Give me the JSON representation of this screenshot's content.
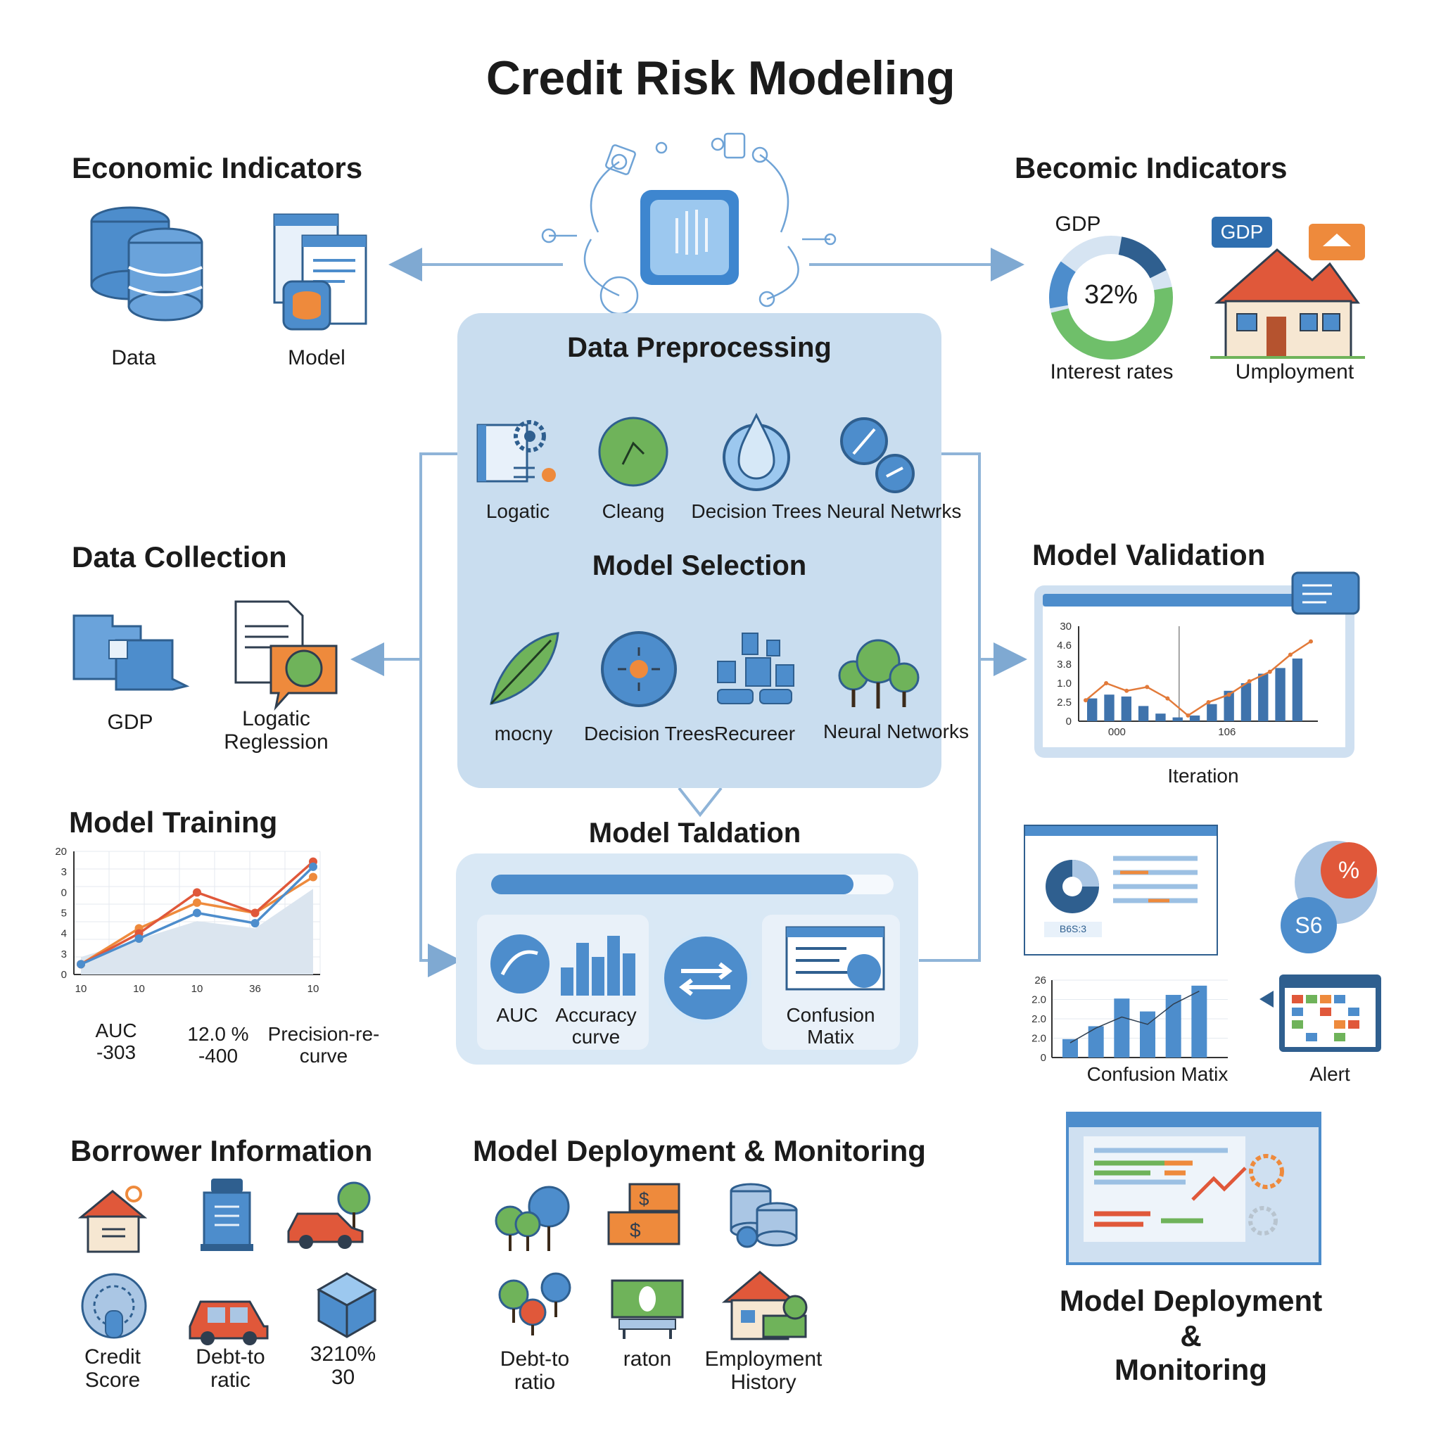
{
  "title": "Credit Risk Modeling",
  "colors": {
    "blue": "#4d8dcc",
    "dark_blue": "#2f5f8f",
    "orange": "#ee8a3c",
    "red": "#e0583a",
    "green": "#6fb35a",
    "panel": "#c9ddef"
  },
  "economic_left": {
    "heading": "Economic Indicators",
    "items": [
      {
        "label": "Data",
        "icon": "database-icon"
      },
      {
        "label": "Model",
        "icon": "document-stack-icon"
      }
    ]
  },
  "economic_right": {
    "heading": "Becomic Indicators",
    "gauge": {
      "label": "GDP",
      "value_text": "32%",
      "value": 32,
      "caption": "Interest rates"
    },
    "house": {
      "badge": "GDP",
      "caption": "Umployment"
    }
  },
  "center": {
    "preprocessing": {
      "heading": "Data Preprocessing",
      "items": [
        "Logatic",
        "Cleang",
        "Decision Trees",
        "Neural Netwrks"
      ]
    },
    "selection": {
      "heading": "Model Selection",
      "items": [
        "mocny",
        "Decision Trees",
        "Recureer",
        "Neural Networks"
      ]
    },
    "validation": {
      "heading": "Model Taldation",
      "progress": 0.9,
      "items": [
        "AUC",
        "Accuracy curve",
        "Confusion Matix"
      ]
    }
  },
  "data_collection": {
    "heading": "Data Collection",
    "items": [
      "GDP",
      "Logatic Reglession"
    ]
  },
  "model_training": {
    "heading": "Model Training",
    "metrics": [
      "AUC -303",
      "12.0 % -400",
      "Precision-re- curve"
    ]
  },
  "model_validation": {
    "heading": "Model Validation",
    "caption": "Iteration"
  },
  "right_dashboards": {
    "confusion_caption": "Confusion Matix",
    "alert_caption": "Alert",
    "badge_a": "%",
    "badge_b": "S6",
    "tag": "B6S:3"
  },
  "borrower": {
    "heading": "Borrower Information",
    "items": [
      "Credit Score",
      "Debt-to ratic",
      "3210% 30"
    ]
  },
  "deployment": {
    "heading": "Model Deployment & Monitoring",
    "items": [
      "Debt-to ratio",
      "raton",
      "Employment History"
    ]
  },
  "deployment_right": {
    "line1": "Model Deployment",
    "line2": "&",
    "line3": "Monitoring"
  },
  "chart_data": [
    {
      "type": "line",
      "title": "",
      "x": [
        "10",
        "10",
        "10",
        "36",
        "10"
      ],
      "yticks": [
        "0",
        "3",
        "4",
        "5",
        "0",
        "3",
        "20"
      ],
      "series": [
        {
          "values": [
            1,
            4.5,
            7,
            6,
            9.5
          ]
        },
        {
          "values": [
            1,
            4,
            8,
            6,
            11
          ]
        },
        {
          "values": [
            1,
            3.5,
            6,
            5,
            10.5
          ]
        }
      ],
      "ylim": [
        0,
        12
      ]
    },
    {
      "type": "bar",
      "yticks": [
        "0",
        "2.5",
        "1.0",
        "3.8",
        "4.6",
        "30"
      ],
      "xticks": [
        "000",
        "106"
      ],
      "values": [
        1.2,
        1.4,
        1.3,
        0.8,
        0.4,
        0.2,
        0.3,
        0.9,
        1.6,
        2.0,
        2.5,
        2.8,
        3.3
      ],
      "line": [
        1.1,
        2.0,
        1.6,
        1.8,
        1.2,
        0.3,
        1.0,
        1.4,
        2.1,
        2.6,
        3.5,
        4.2
      ],
      "ylim": [
        0,
        5
      ]
    },
    {
      "type": "bar",
      "yticks": [
        "0",
        "2.0",
        "2.0",
        "2.0",
        "26"
      ],
      "values": [
        1.0,
        1.7,
        3.2,
        2.5,
        3.4,
        3.9
      ],
      "line": [
        0.8,
        1.6,
        2.2,
        1.8,
        2.9,
        3.6
      ],
      "ylim": [
        0,
        4.2
      ]
    }
  ]
}
